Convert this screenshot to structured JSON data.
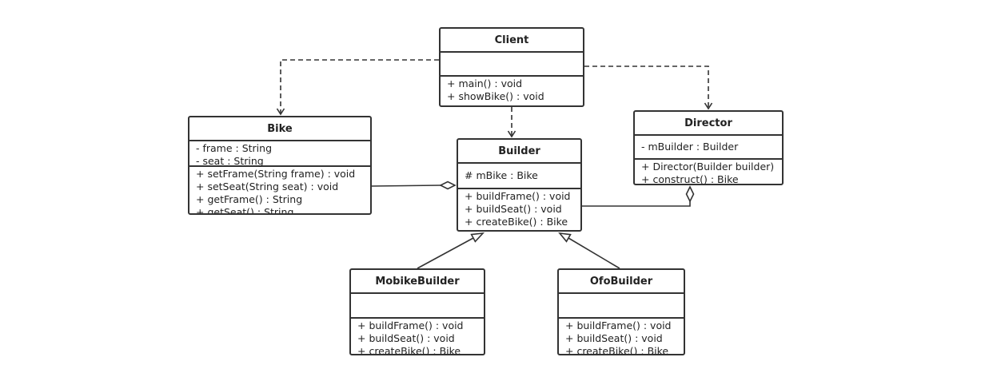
{
  "classes": {
    "client": {
      "name": "Client",
      "attributes": [],
      "methods": [
        "+ main() : void",
        "+ showBike() : void"
      ]
    },
    "bike": {
      "name": "Bike",
      "attributes": [
        "- frame : String",
        "- seat : String"
      ],
      "methods": [
        "+ setFrame(String frame) : void",
        "+ setSeat(String seat) : void",
        "+ getFrame() : String",
        "+ getSeat() : String"
      ]
    },
    "builder": {
      "name": "Builder",
      "attributes": [
        "# mBike : Bike"
      ],
      "methods": [
        "+ buildFrame() : void",
        "+ buildSeat() : void",
        "+ createBike() : Bike"
      ]
    },
    "director": {
      "name": "Director",
      "attributes": [
        "- mBuilder : Builder"
      ],
      "methods": [
        "+ Director(Builder builder)",
        "+ construct() : Bike"
      ]
    },
    "mobike_builder": {
      "name": "MobikeBuilder",
      "attributes": [],
      "methods": [
        "+ buildFrame() : void",
        "+ buildSeat() : void",
        "+ createBike() : Bike"
      ]
    },
    "ofo_builder": {
      "name": "OfoBuilder",
      "attributes": [],
      "methods": [
        "+ buildFrame() : void",
        "+ buildSeat() : void",
        "+ createBike() : Bike"
      ]
    }
  },
  "relationships": [
    {
      "type": "dependency",
      "from": "Client",
      "to": "Bike"
    },
    {
      "type": "dependency",
      "from": "Client",
      "to": "Builder"
    },
    {
      "type": "dependency",
      "from": "Client",
      "to": "Director"
    },
    {
      "type": "aggregation",
      "whole": "Builder",
      "part": "Bike"
    },
    {
      "type": "aggregation",
      "whole": "Director",
      "part": "Builder"
    },
    {
      "type": "generalization",
      "child": "MobikeBuilder",
      "parent": "Builder"
    },
    {
      "type": "generalization",
      "child": "OfoBuilder",
      "parent": "Builder"
    }
  ],
  "colors": {
    "line": "#333333",
    "background": "#ffffff",
    "text": "#222222"
  }
}
